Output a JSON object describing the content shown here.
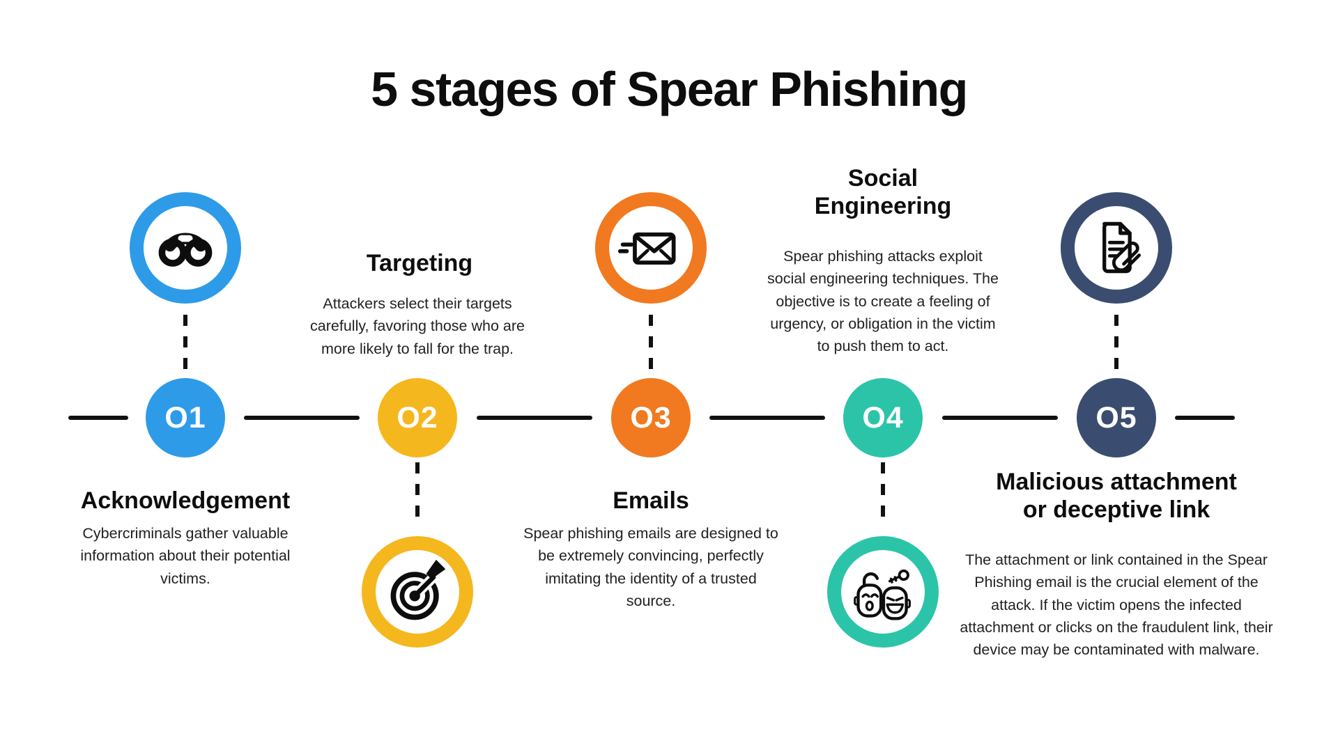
{
  "title": "5 stages of Spear Phishing",
  "timeline": {
    "line_color": "#111111",
    "background": "#ffffff"
  },
  "stages": [
    {
      "number": "O1",
      "name": "Acknowledgement",
      "description": "Cybercriminals gather valuable information about their potential victims.",
      "color": "#2E9BE8",
      "icon": "binoculars-icon",
      "icon_position": "above"
    },
    {
      "number": "O2",
      "name": "Targeting",
      "description": "Attackers select their targets carefully, favoring those who are more likely to fall for the trap.",
      "color": "#F5B71E",
      "icon": "target-icon",
      "icon_position": "below"
    },
    {
      "number": "O3",
      "name": "Emails",
      "description": "Spear phishing emails are designed to be extremely convincing, perfectly imitating the identity of a trusted source.",
      "color": "#F1791F",
      "icon": "speeding-email-icon",
      "icon_position": "above"
    },
    {
      "number": "O4",
      "name": "Social Engineering",
      "description": "Spear phishing attacks exploit social engineering techniques. The objective is to create a feeling of urgency, or obligation in the victim to push them to act.",
      "color": "#2BC4A9",
      "icon": "social-engineering-icon",
      "icon_position": "below"
    },
    {
      "number": "O5",
      "name": "Malicious attachment or deceptive link",
      "description": "The attachment or link contained in the Spear Phishing email is the crucial element of the attack. If the victim opens the infected attachment or clicks on the fraudulent link, their device may be contaminated with malware.",
      "color": "#3A4D70",
      "icon": "document-attachment-icon",
      "icon_position": "above"
    }
  ]
}
